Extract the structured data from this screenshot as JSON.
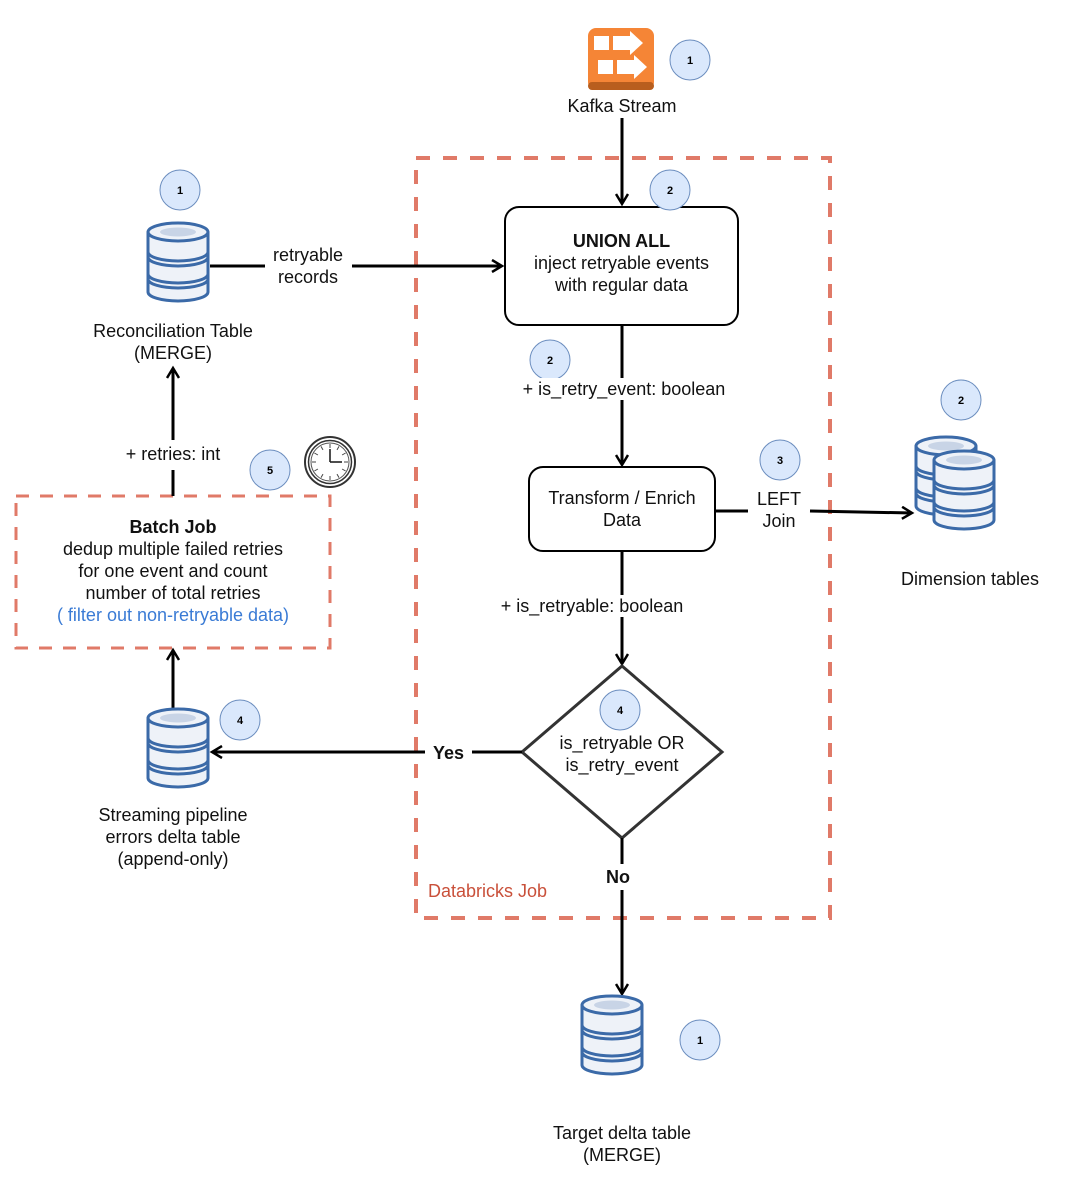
{
  "colors": {
    "dashed_border": "#e07a68",
    "db_stroke": "#3b6aa8",
    "db_fill": "#eef2f8",
    "badge_fill": "#dae8fc",
    "badge_stroke": "#6c8ebf",
    "kafka_orange": "#f58536",
    "note_blue": "#3a7bd5",
    "job_label_red": "#c9503a"
  },
  "kafka": {
    "label": "Kafka Stream",
    "icon": "kafka-stream-icon",
    "badge": "1"
  },
  "databricks_job": {
    "label": "Databricks Job"
  },
  "union_all": {
    "title": "UNION ALL",
    "line1": "inject retryable events",
    "line2": "with regular data",
    "badge": "2"
  },
  "retry_event_label": {
    "text": "+ is_retry_event: boolean",
    "badge": "2"
  },
  "transform": {
    "line1": "Transform / Enrich",
    "line2": "Data"
  },
  "left_join": {
    "line1": "LEFT",
    "line2": "Join",
    "badge": "3"
  },
  "dimension_tables": {
    "label": "Dimension tables",
    "badge": "2",
    "icon": "database-stack-icon"
  },
  "is_retryable_label": {
    "text": "+ is_retryable: boolean"
  },
  "decision": {
    "line1": "is_retryable OR",
    "line2": "is_retry_event",
    "badge": "4",
    "yes": "Yes",
    "no": "No"
  },
  "target_table": {
    "line1": "Target delta table",
    "line2": "(MERGE)",
    "badge": "1",
    "icon": "database-icon"
  },
  "reconciliation_table": {
    "line1": "Reconciliation Table",
    "line2": "(MERGE)",
    "badge": "1",
    "icon": "database-icon"
  },
  "retryable_records": {
    "line1": "retryable",
    "line2": "records"
  },
  "retries_label": {
    "text": "+ retries: int"
  },
  "batch_job": {
    "title": "Batch Job",
    "line1": "dedup multiple failed retries",
    "line2": "for one event and count",
    "line3": "number of total retries",
    "note": "( filter out non-retryable data)",
    "badge": "5",
    "icon": "clock-icon"
  },
  "errors_table": {
    "line1": "Streaming pipeline",
    "line2": "errors delta table",
    "line3": "(append-only)",
    "badge": "4",
    "icon": "database-icon"
  }
}
